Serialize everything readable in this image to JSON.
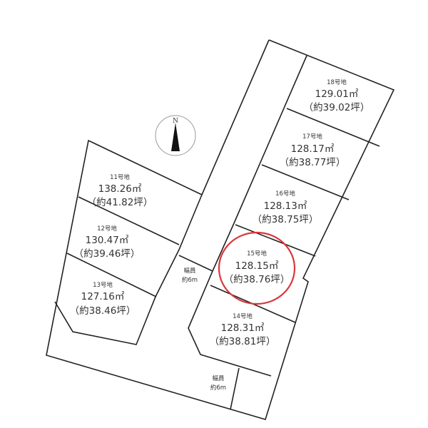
{
  "compass": {
    "label": "N"
  },
  "lots": [
    {
      "no": "11号地",
      "area": "138.26㎡",
      "tsubo": "（約41.82坪）"
    },
    {
      "no": "12号地",
      "area": "130.47㎡",
      "tsubo": "（約39.46坪）"
    },
    {
      "no": "13号地",
      "area": "127.16㎡",
      "tsubo": "（約38.46坪）"
    },
    {
      "no": "14号地",
      "area": "128.31㎡",
      "tsubo": "（約38.81坪）"
    },
    {
      "no": "15号地",
      "area": "128.15㎡",
      "tsubo": "（約38.76坪）",
      "highlighted": true
    },
    {
      "no": "16号地",
      "area": "128.13㎡",
      "tsubo": "（約38.75坪）"
    },
    {
      "no": "17号地",
      "area": "128.17㎡",
      "tsubo": "（約38.77坪）"
    },
    {
      "no": "18号地",
      "area": "129.01㎡",
      "tsubo": "（約39.02坪）"
    }
  ],
  "roads": [
    {
      "line1": "幅員",
      "line2": "約6m"
    },
    {
      "line1": "幅員",
      "line2": "約6m"
    }
  ],
  "colors": {
    "highlight": "#d9373c",
    "line": "#222222"
  }
}
